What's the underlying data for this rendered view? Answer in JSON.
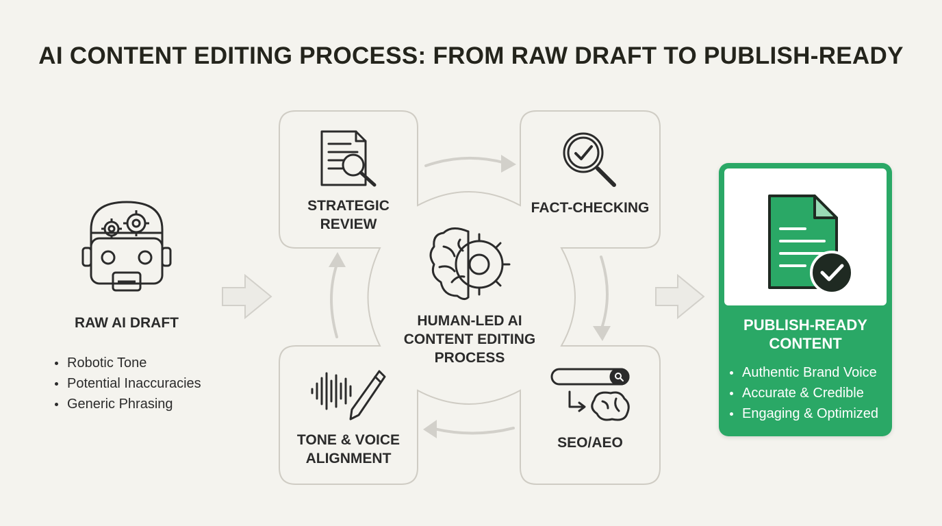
{
  "title": "AI CONTENT EDITING PROCESS: FROM RAW DRAFT TO PUBLISH-READY",
  "colors": {
    "background": "#f4f3ee",
    "box_border": "#cfccc4",
    "arrow": "#d2d0ca",
    "icon": "#2b2b2b",
    "accent_green": "#2aa866",
    "white": "#ffffff"
  },
  "raw_draft": {
    "icon": "robot-head-gears-icon",
    "label": "RAW AI DRAFT",
    "bullets": [
      "Robotic Tone",
      "Potential Inaccuracies",
      "Generic Phrasing"
    ]
  },
  "cycle": {
    "center_icon": "brain-gear-icon",
    "center_label": "HUMAN-LED AI\nCONTENT EDITING\nPROCESS",
    "steps": [
      {
        "id": "strategic-review",
        "icon": "document-magnifier-icon",
        "label": "STRATEGIC\nREVIEW"
      },
      {
        "id": "fact-checking",
        "icon": "magnifier-check-icon",
        "label": "FACT-CHECKING"
      },
      {
        "id": "seo-aeo",
        "icon": "search-bar-brain-icon",
        "label": "SEO/AEO"
      },
      {
        "id": "tone-voice",
        "icon": "soundwave-pen-icon",
        "label": "TONE & VOICE\nALIGNMENT"
      }
    ]
  },
  "publish_ready": {
    "icon": "document-check-icon",
    "label": "PUBLISH-READY\nCONTENT",
    "bullets": [
      "Authentic Brand Voice",
      "Accurate & Credible",
      "Engaging & Optimized"
    ]
  }
}
